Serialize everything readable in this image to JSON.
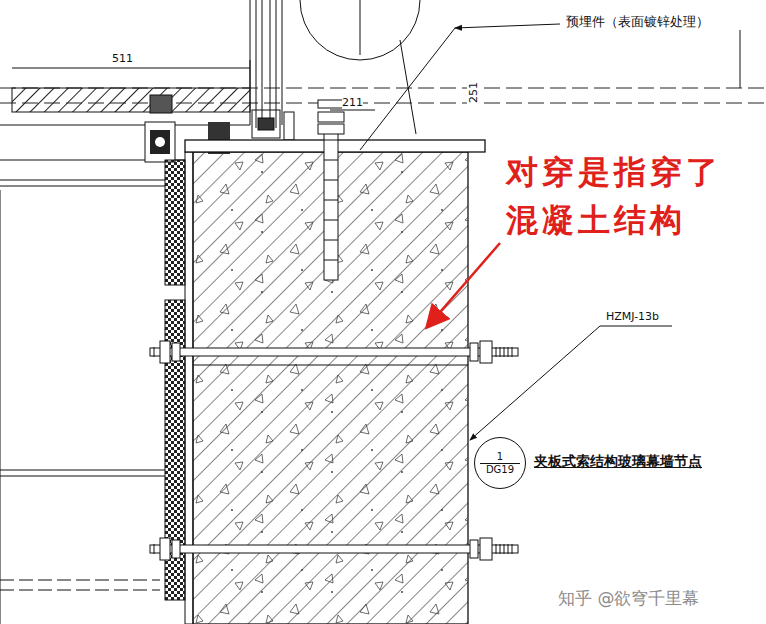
{
  "diagram": {
    "nodes": [
      {
        "text": [
          "1",
          "DG19"
        ]
      }
    ],
    "labels": [
      "511",
      "251",
      "211",
      "预埋件（表面镀锌处理）",
      "对穿是指穿了混凝土结构",
      "HZMJ-13b",
      "夹板式索结构玻璃幕墙节点",
      "知乎 @欲穹千里幕"
    ]
  }
}
